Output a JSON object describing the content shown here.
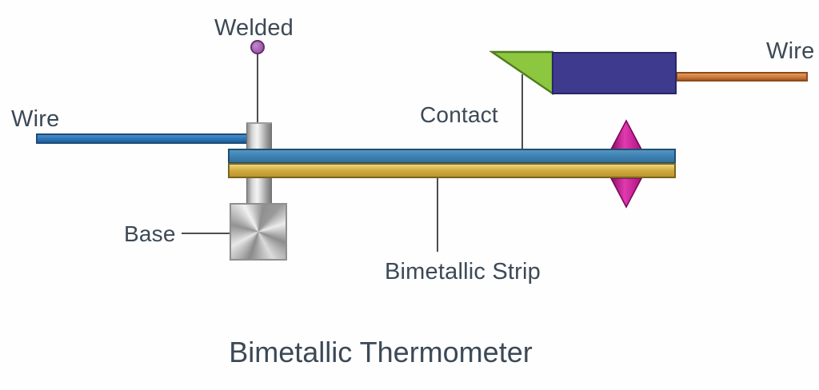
{
  "title": "Bimetallic Thermometer",
  "labels": {
    "welded": "Welded",
    "wire_left": "Wire",
    "wire_right": "Wire",
    "contact": "Contact",
    "base": "Base",
    "bimetallic_strip": "Bimetallic Strip"
  },
  "parts": {
    "weld_point": "welded joint dot",
    "support_post": "metal support post",
    "base_block": "brushed metal base block",
    "strip_top_layer": "blue metal layer",
    "strip_bottom_layer": "brass metal layer",
    "contact_tip": "green contact wedge",
    "contact_body": "contact terminal block",
    "motion_arrow": "up-down deflection arrow"
  },
  "colors": {
    "text": "#3c4956",
    "strip_top": "#3f84b5",
    "strip_bottom": "#d0a93e",
    "wire_left": "#2e74b5",
    "wire_right": "#cf7b3e",
    "contact_wedge": "#8dc63f",
    "contact_body": "#3e3a8e",
    "motion_arrow": "#c6158f",
    "weld_dot": "#a45fb0",
    "leader_line": "#4d4d4d"
  }
}
